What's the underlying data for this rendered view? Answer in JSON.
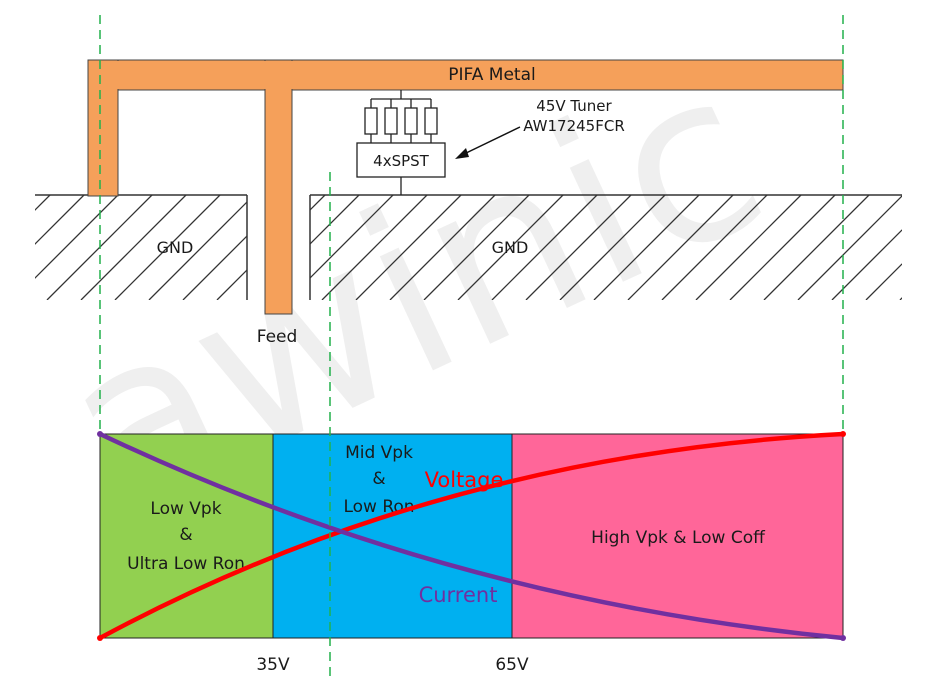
{
  "watermark": "awinic",
  "top": {
    "metal_label": "PIFA Metal",
    "tuner_line1": "45V Tuner",
    "tuner_line2": "AW17245FCR",
    "switch_label": "4xSPST",
    "gnd_left": "GND",
    "gnd_right": "GND",
    "feed_label": "Feed"
  },
  "colors": {
    "metal": "#f5a05a",
    "guide": "#22b14c",
    "low_zone": "#92d050",
    "mid_zone": "#00b0f0",
    "high_zone": "#ff6699",
    "voltage": "#ff0000",
    "current": "#7030a0"
  },
  "bottom": {
    "zones": [
      {
        "lines": [
          "Low Vpk",
          "&",
          "Ultra Low Ron"
        ]
      },
      {
        "lines": [
          "Mid Vpk",
          "&",
          "Low Ron"
        ]
      },
      {
        "lines": [
          "High Vpk & Low Coff"
        ]
      }
    ],
    "voltage_label": "Voltage",
    "current_label": "Current",
    "tick_35": "35V",
    "tick_65": "65V"
  }
}
